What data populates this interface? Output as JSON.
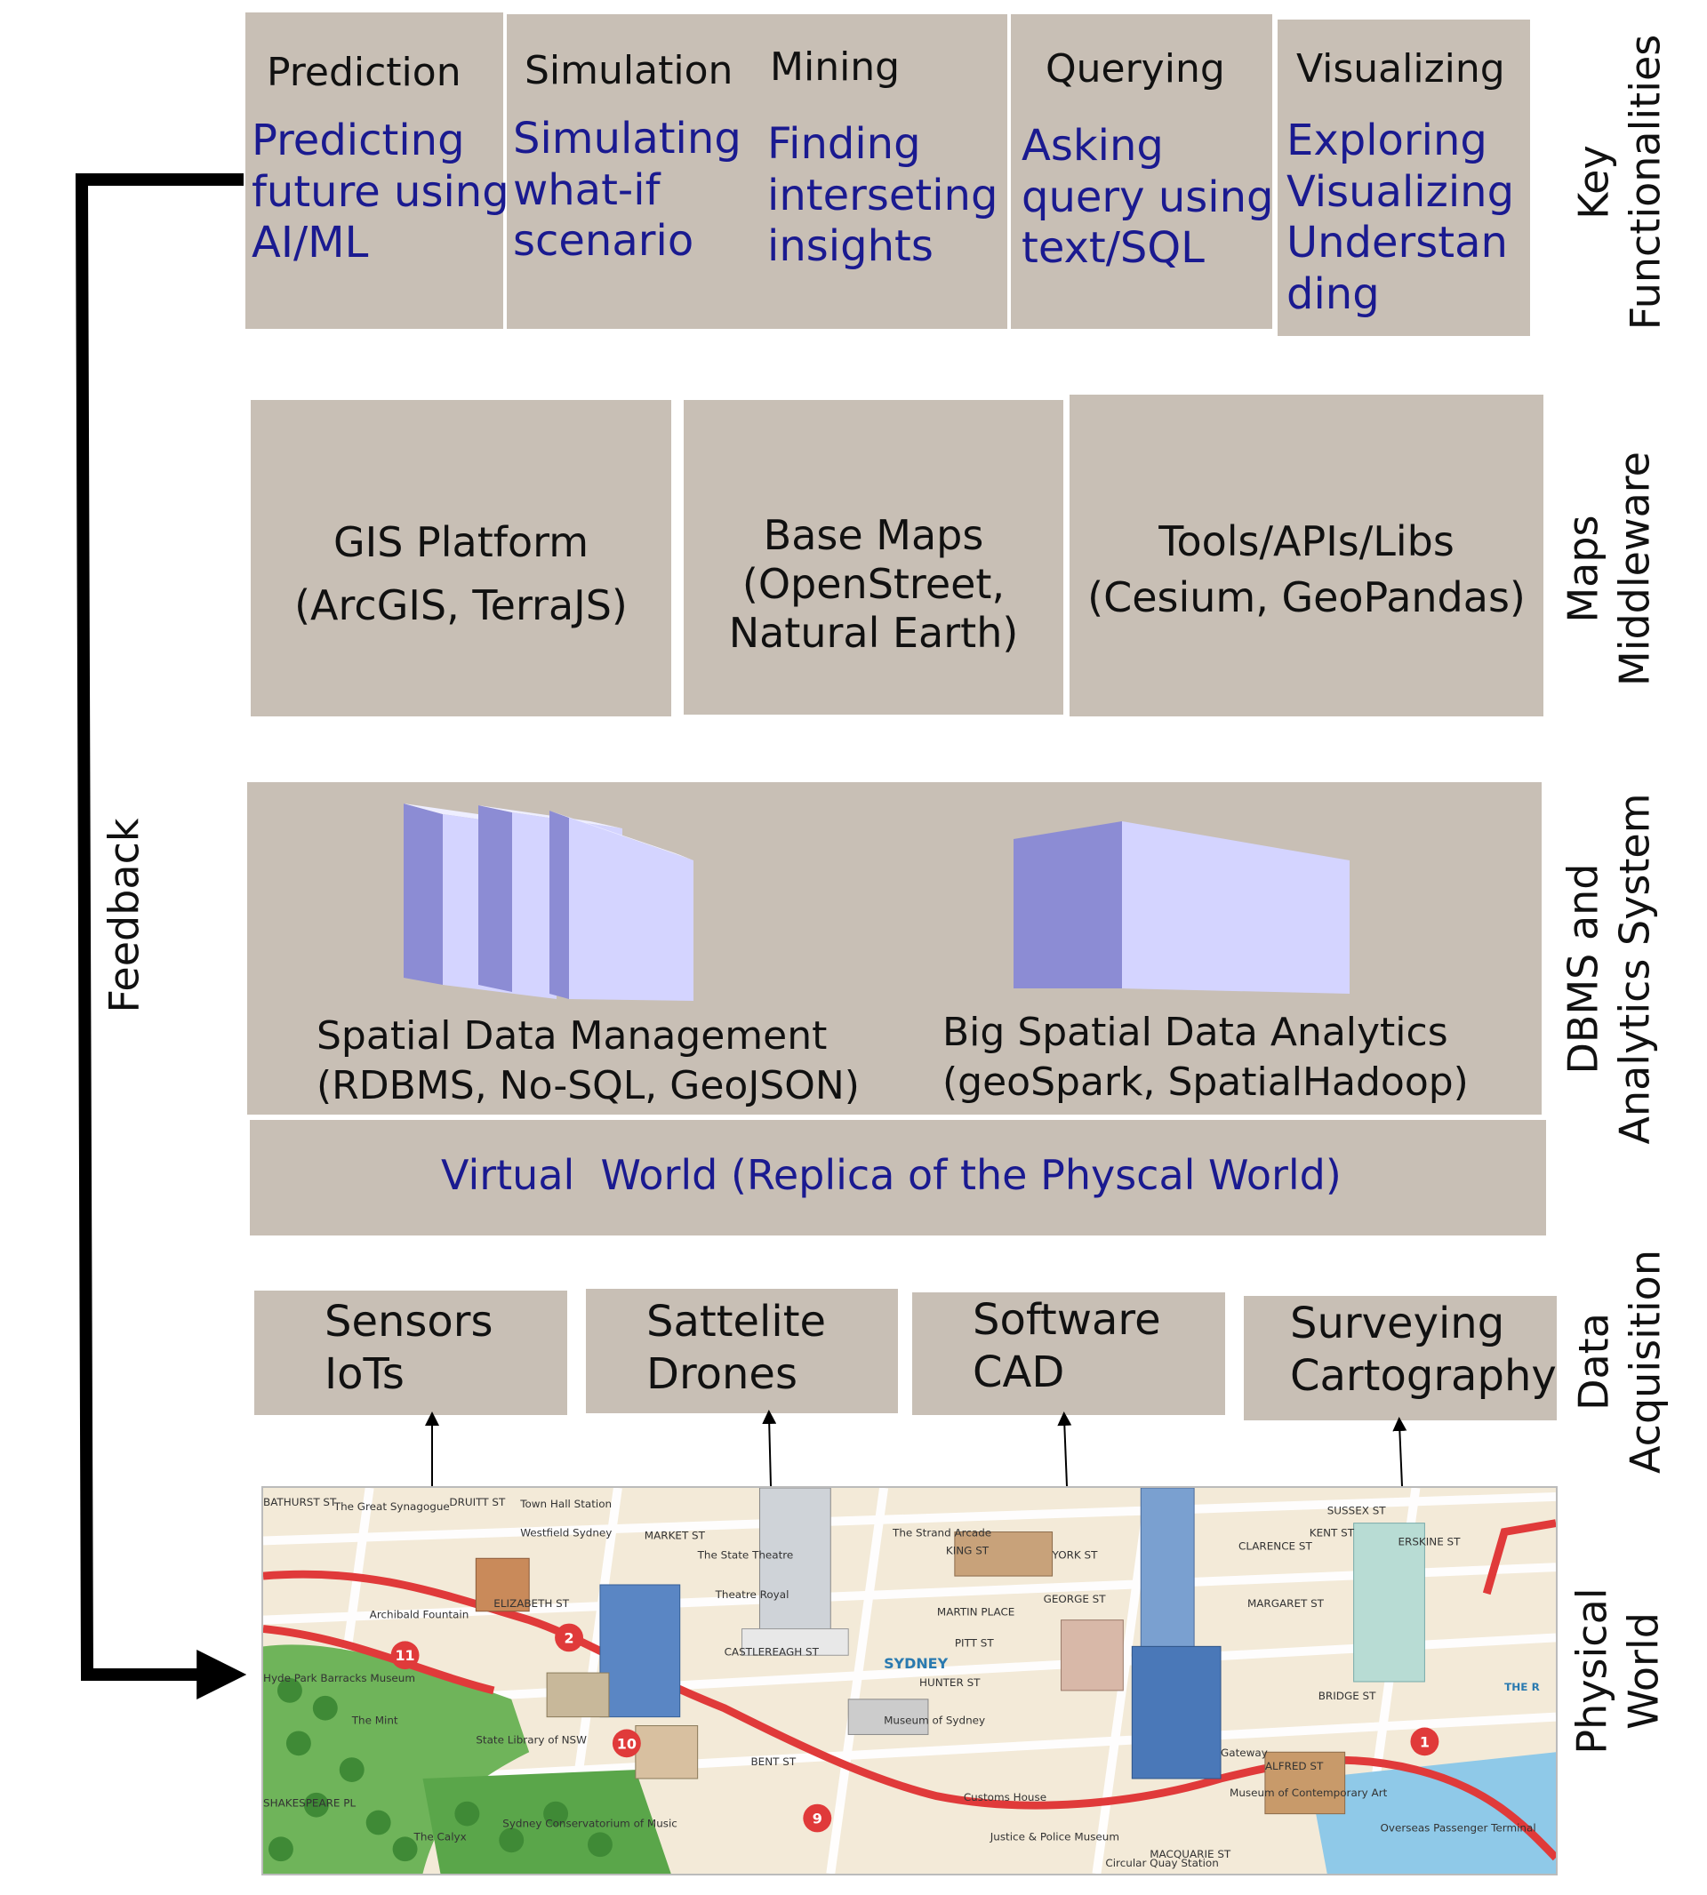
{
  "layers": {
    "key_functionalities": "Key\nFunctionalities",
    "maps_middleware": "Maps\nMiddleware",
    "dbms": "DBMS and\nAnalytics System",
    "data_acquisition": "Data\nAcquisition",
    "physical_world": "Physical\nWorld"
  },
  "functionalities": [
    {
      "title": "Prediction",
      "desc": "Predicting\nfuture using\nAI/ML"
    },
    {
      "title": "Simulation",
      "desc": "Simulating\nwhat-if\nscenario"
    },
    {
      "title": "Mining",
      "desc": "Finding\ninterseting\ninsights"
    },
    {
      "title": "Querying",
      "desc": "Asking\nquery using\ntext/SQL"
    },
    {
      "title": "Visualizing",
      "desc": "Exploring\nVisualizing\nUnderstan\nding"
    }
  ],
  "middleware": [
    {
      "label": "GIS Platform\n(ArcGIS, TerraJS)"
    },
    {
      "label": "Base Maps\n(OpenStreet,\nNatural Earth)"
    },
    {
      "label": "Tools/APIs/Libs\n(Cesium, GeoPandas)"
    }
  ],
  "dbms": {
    "spatial_mgmt": "Spatial Data Management",
    "spatial_mgmt_sub": "(RDBMS, No-SQL, GeoJSON)",
    "big_analytics": "Big Spatial Data Analytics",
    "big_analytics_sub": "(geoSpark, SpatialHadoop)",
    "virtual_world": "Virtual  World (Replica of the Physcal World)"
  },
  "acquisition": [
    {
      "label": "Sensors\nIoTs"
    },
    {
      "label": "Sattelite\nDrones"
    },
    {
      "label": "Software\nCAD"
    },
    {
      "label": "Surveying\nCartography"
    }
  ],
  "feedback": "Feedback",
  "map_labels": {
    "sydney": "SYDNEY",
    "streets": [
      "SUSSEX ST",
      "KENT ST",
      "CLARENCE ST",
      "YORK ST",
      "GEORGE ST",
      "PITT ST",
      "CASTLEREAGH ST",
      "ELIZABETH ST",
      "HUNTER ST",
      "BENT ST",
      "MACQUARIE ST",
      "MARKET ST",
      "KING ST",
      "MARGARET ST",
      "BRIDGE ST",
      "ERSKINE ST",
      "SHAKESPEARE PL",
      "BATHURST ST",
      "DRUITT ST",
      "MARTIN PLACE",
      "ALFRED ST"
    ],
    "places": [
      "The Great Synagogue",
      "Town Hall Station",
      "Westfield Sydney",
      "The State Theatre",
      "Theatre Royal",
      "The Strand Arcade",
      "Archibald Fountain",
      "Hyde Park Barracks Museum",
      "The Mint",
      "State Library of NSW",
      "Museum of Sydney",
      "Customs House",
      "Justice & Police Museum",
      "Circular Quay Station",
      "Museum of Contemporary Art",
      "Overseas Passenger Terminal",
      "Gateway",
      "Sydney Conservatorium of Music",
      "The Calyx",
      "THE R"
    ],
    "stops": [
      "11",
      "2",
      "10",
      "9",
      "1"
    ]
  },
  "colors": {
    "box": "#c8bfb5",
    "desc_text": "#1a1a90",
    "cube_front": "#d4d4ff",
    "cube_side": "#8c8cd4",
    "route": "#e03a3a",
    "park": "#5aa64a"
  }
}
